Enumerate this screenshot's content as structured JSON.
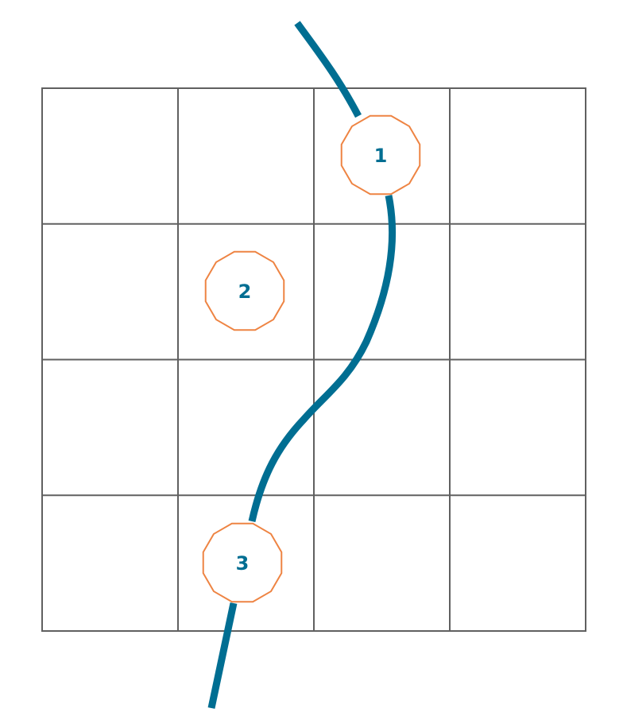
{
  "diagram": {
    "grid": {
      "rows": 4,
      "cols": 4
    },
    "markers": [
      {
        "id": "marker-1",
        "label": "1",
        "on_curve": true
      },
      {
        "id": "marker-2",
        "label": "2",
        "on_curve": false
      },
      {
        "id": "marker-3",
        "label": "3",
        "on_curve": true
      }
    ],
    "colors": {
      "curve": "#006E92",
      "marker_outline": "#EE8443",
      "marker_text": "#006E92",
      "grid": "#606060"
    }
  }
}
